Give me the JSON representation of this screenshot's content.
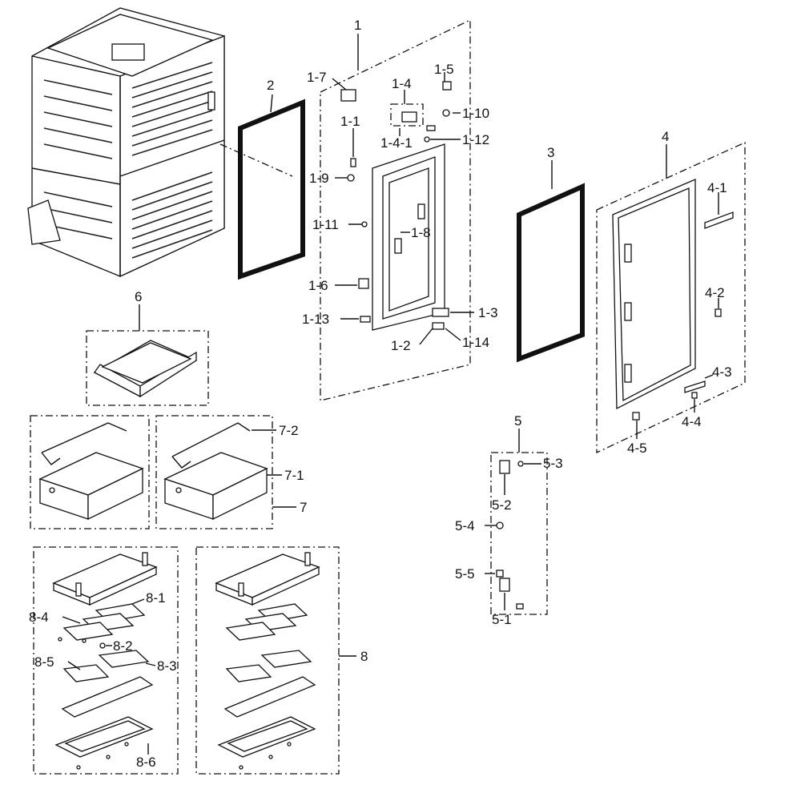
{
  "callouts": {
    "c1": "1",
    "c1_1": "1-1",
    "c1_2": "1-2",
    "c1_3": "1-3",
    "c1_4": "1-4",
    "c1_4_1": "1-4-1",
    "c1_5": "1-5",
    "c1_6": "1-6",
    "c1_7": "1-7",
    "c1_8": "1-8",
    "c1_9": "1-9",
    "c1_10": "1-10",
    "c1_11": "1-11",
    "c1_12": "1-12",
    "c1_13": "1-13",
    "c1_14": "1-14",
    "c2": "2",
    "c3": "3",
    "c4": "4",
    "c4_1": "4-1",
    "c4_2": "4-2",
    "c4_3": "4-3",
    "c4_4": "4-4",
    "c4_5": "4-5",
    "c5": "5",
    "c5_1": "5-1",
    "c5_2": "5-2",
    "c5_3": "5-3",
    "c5_4": "5-4",
    "c5_5": "5-5",
    "c6": "6",
    "c7": "7",
    "c7_1": "7-1",
    "c7_2": "7-2",
    "c8": "8",
    "c8_1": "8-1",
    "c8_2": "8-2",
    "c8_3": "8-3",
    "c8_4": "8-4",
    "c8_5": "8-5",
    "c8_6": "8-6"
  }
}
